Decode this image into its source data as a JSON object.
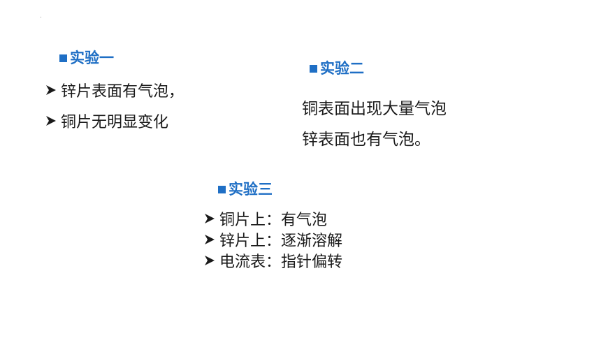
{
  "slide": {
    "colors": {
      "accent": "#1F6FC5",
      "text": "#1a1a1a"
    },
    "experiment1": {
      "heading": "实验一",
      "items": [
        "锌片表面有气泡，",
        "铜片无明显变化"
      ]
    },
    "experiment2": {
      "heading": "实验二",
      "lines": [
        "铜表面出现大量气泡",
        "锌表面也有气泡。"
      ]
    },
    "experiment3": {
      "heading": "实验三",
      "items": [
        "铜片上：有气泡",
        "锌片上：逐渐溶解",
        "电流表：指针偏转"
      ]
    },
    "bullet_icon": "arrow-right-icon",
    "heading_icon": "square-bullet-icon"
  }
}
